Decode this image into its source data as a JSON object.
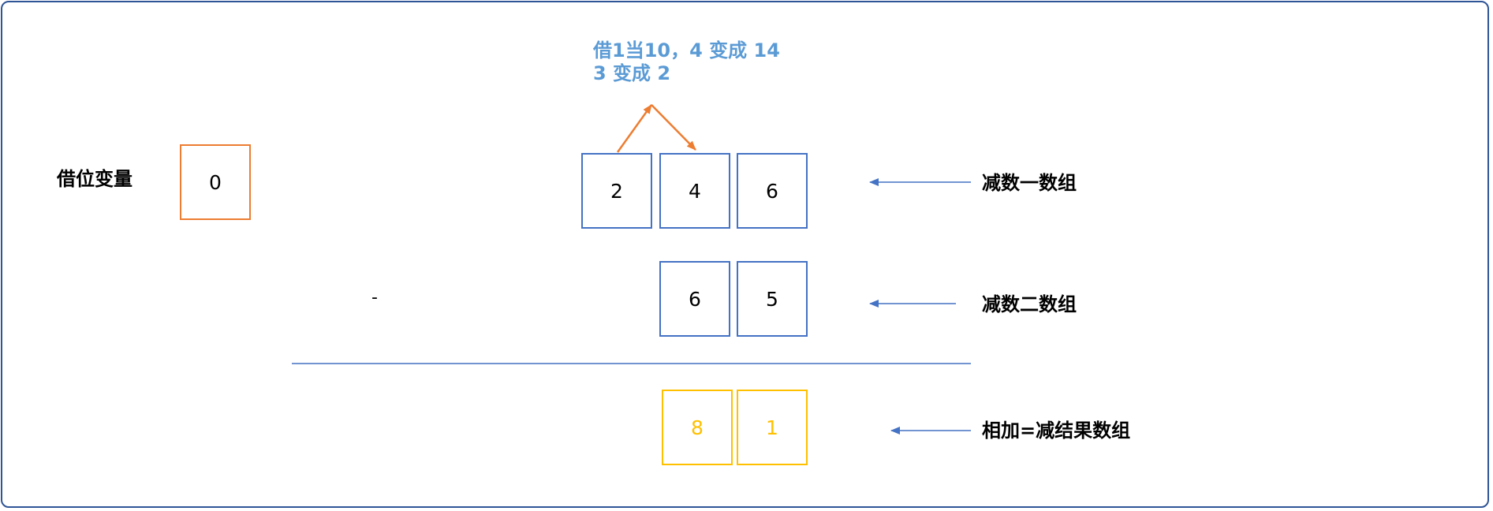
{
  "borrow": {
    "label": "借位变量",
    "value": "0"
  },
  "note": {
    "line1": "借1当10，4 变成 14",
    "line2": "3 变成 2"
  },
  "operator": "-",
  "array1": {
    "label": "减数一数组",
    "cells": [
      "2",
      "4",
      "6"
    ]
  },
  "array2": {
    "label": "减数二数组",
    "cells": [
      "6",
      "5"
    ]
  },
  "result": {
    "label": "相加=减结果数组",
    "cells": [
      "8",
      "1"
    ]
  },
  "colors": {
    "frame": "#2f5597",
    "borrow_box": "#ed7d31",
    "array_box": "#4472c4",
    "result_box": "#ffc000",
    "note_text": "#5b9bd5",
    "arrow": "#4472c4",
    "borrow_arrow": "#ed7d31"
  }
}
